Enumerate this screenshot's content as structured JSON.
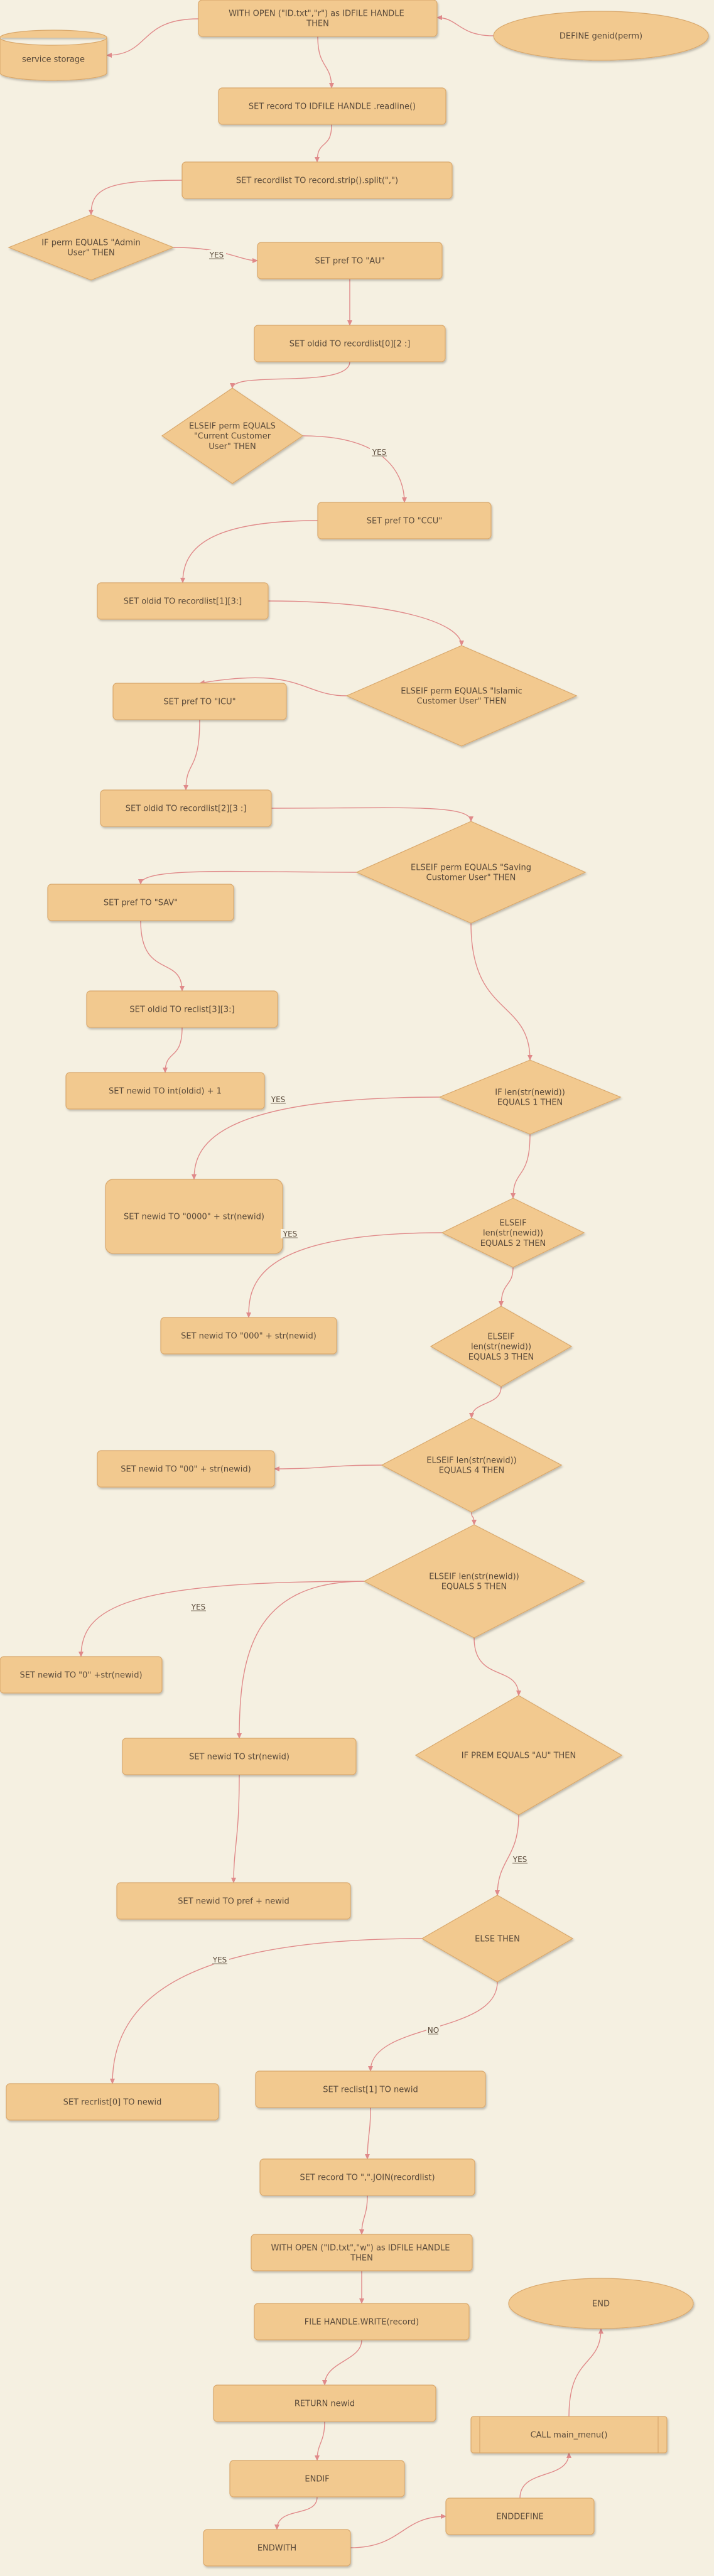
{
  "colors": {
    "background": "#f5f0e1",
    "node_fill": "#f2c98f",
    "node_stroke": "#d9a86c",
    "edge": "#e08a8a",
    "text": "#5a4a3a",
    "label_bg": "#f5f0e1"
  },
  "nodes": [
    {
      "id": "n1",
      "shape": "rect",
      "text": "WITH  OPEN (\"ID.txt\",\"r\") as IDFILE HANDLE  THEN"
    },
    {
      "id": "n2",
      "shape": "ellipse",
      "text": "DEFINE genid(perm)"
    },
    {
      "id": "n3",
      "shape": "cylinder",
      "text": "service storage"
    },
    {
      "id": "n4",
      "shape": "rect",
      "text": "SET record TO IDFILE HANDLE .readline()"
    },
    {
      "id": "n5",
      "shape": "rect",
      "text": "SET recordlist TO record.strip().split(\",\")"
    },
    {
      "id": "n6",
      "shape": "diamond",
      "text": "IF perm EQUALS \"Admin User\" THEN"
    },
    {
      "id": "n7",
      "shape": "rect",
      "text": "SET pref TO \"AU\""
    },
    {
      "id": "n8",
      "shape": "rect",
      "text": "SET oldid TO recordlist[0][2 :]"
    },
    {
      "id": "n9",
      "shape": "diamond",
      "text": "ELSEIF perm EQUALS \"Current Customer User\" THEN"
    },
    {
      "id": "n10",
      "shape": "rect",
      "text": "SET pref TO \"CCU\""
    },
    {
      "id": "n11",
      "shape": "rect",
      "text": "SET oldid TO recordlist[1][3:]"
    },
    {
      "id": "n12",
      "shape": "diamond",
      "text": "ELSEIF perm EQUALS \"Islamic Customer User\" THEN"
    },
    {
      "id": "n13",
      "shape": "rect",
      "text": "SET pref TO \"ICU\""
    },
    {
      "id": "n14",
      "shape": "rect",
      "text": "SET oldid TO recordlist[2][3 :]"
    },
    {
      "id": "n15",
      "shape": "diamond",
      "text": "ELSEIF perm EQUALS \"Saving Customer User\" THEN"
    },
    {
      "id": "n16",
      "shape": "rect",
      "text": "SET pref TO \"SAV\""
    },
    {
      "id": "n17",
      "shape": "rect",
      "text": "SET oldid TO reclist[3][3:]"
    },
    {
      "id": "n18",
      "shape": "rect",
      "text": "SET newid TO int(oldid) + 1"
    },
    {
      "id": "n19",
      "shape": "diamond",
      "text": "IF len(str(newid)) EQUALS 1 THEN"
    },
    {
      "id": "n20",
      "shape": "rect",
      "text": "SET newid TO \"0000\" + str(newid)"
    },
    {
      "id": "n21",
      "shape": "diamond",
      "text": "ELSEIF len(str(newid)) EQUALS 2 THEN"
    },
    {
      "id": "n22",
      "shape": "rect",
      "text": "SET newid TO \"000\" + str(newid)"
    },
    {
      "id": "n23",
      "shape": "diamond",
      "text": "ELSEIF len(str(newid)) EQUALS 3 THEN"
    },
    {
      "id": "n24",
      "shape": "diamond",
      "text": "ELSEIF len(str(newid)) EQUALS 4 THEN"
    },
    {
      "id": "n25",
      "shape": "rect",
      "text": "SET newid TO \"00\" + str(newid)"
    },
    {
      "id": "n26",
      "shape": "diamond",
      "text": "ELSEIF len(str(newid)) EQUALS 5 THEN"
    },
    {
      "id": "n27",
      "shape": "rect",
      "text": "SET newid TO \"0\" +str(newid)"
    },
    {
      "id": "n28",
      "shape": "rect",
      "text": "SET newid TO str(newid)"
    },
    {
      "id": "n29",
      "shape": "diamond",
      "text": "IF PREM EQUALS \"AU\" THEN"
    },
    {
      "id": "n30",
      "shape": "rect",
      "text": "SET newid TO pref + newid"
    },
    {
      "id": "n31",
      "shape": "diamond",
      "text": "ELSE THEN"
    },
    {
      "id": "n32",
      "shape": "rect",
      "text": "SET recrlist[0] TO newid"
    },
    {
      "id": "n33",
      "shape": "rect",
      "text": "SET reclist[1] TO newid"
    },
    {
      "id": "n34",
      "shape": "rect",
      "text": "SET record TO \",\".JOIN(recordlist)"
    },
    {
      "id": "n35",
      "shape": "rect",
      "text": "WITH  OPEN (\"ID.txt\",\"w\") as IDFILE HANDLE  THEN"
    },
    {
      "id": "n36",
      "shape": "rect",
      "text": "FILE HANDLE.WRITE(record)"
    },
    {
      "id": "n37",
      "shape": "ellipse",
      "text": "END"
    },
    {
      "id": "n38",
      "shape": "rect",
      "text": "RETURN newid"
    },
    {
      "id": "n39",
      "shape": "process",
      "text": "CALL main_menu()"
    },
    {
      "id": "n40",
      "shape": "rect",
      "text": "ENDIF"
    },
    {
      "id": "n41",
      "shape": "rect",
      "text": "ENDDEFINE"
    },
    {
      "id": "n42",
      "shape": "rect",
      "text": "ENDWITH"
    }
  ],
  "edges": [
    {
      "from": "n2",
      "to": "n1"
    },
    {
      "from": "n1",
      "to": "n3"
    },
    {
      "from": "n1",
      "to": "n4"
    },
    {
      "from": "n4",
      "to": "n5"
    },
    {
      "from": "n5",
      "to": "n6"
    },
    {
      "from": "n6",
      "to": "n7",
      "label": "YES"
    },
    {
      "from": "n7",
      "to": "n8"
    },
    {
      "from": "n8",
      "to": "n9"
    },
    {
      "from": "n9",
      "to": "n10",
      "label": "YES"
    },
    {
      "from": "n10",
      "to": "n11"
    },
    {
      "from": "n11",
      "to": "n12"
    },
    {
      "from": "n12",
      "to": "n13"
    },
    {
      "from": "n13",
      "to": "n14"
    },
    {
      "from": "n14",
      "to": "n15"
    },
    {
      "from": "n15",
      "to": "n16"
    },
    {
      "from": "n16",
      "to": "n17"
    },
    {
      "from": "n17",
      "to": "n18"
    },
    {
      "from": "n15",
      "to": "n19"
    },
    {
      "from": "n19",
      "to": "n20",
      "label": "YES"
    },
    {
      "from": "n19",
      "to": "n21"
    },
    {
      "from": "n21",
      "to": "n22",
      "label": "YES"
    },
    {
      "from": "n21",
      "to": "n23"
    },
    {
      "from": "n23",
      "to": "n24"
    },
    {
      "from": "n24",
      "to": "n25"
    },
    {
      "from": "n24",
      "to": "n26"
    },
    {
      "from": "n26",
      "to": "n27",
      "label": "YES"
    },
    {
      "from": "n26",
      "to": "n28"
    },
    {
      "from": "n26",
      "to": "n29"
    },
    {
      "from": "n28",
      "to": "n30"
    },
    {
      "from": "n29",
      "to": "n31",
      "label": "YES"
    },
    {
      "from": "n31",
      "to": "n32",
      "label": "YES"
    },
    {
      "from": "n31",
      "to": "n33",
      "label": "NO"
    },
    {
      "from": "n33",
      "to": "n34"
    },
    {
      "from": "n34",
      "to": "n35"
    },
    {
      "from": "n35",
      "to": "n36"
    },
    {
      "from": "n36",
      "to": "n38"
    },
    {
      "from": "n38",
      "to": "n40"
    },
    {
      "from": "n40",
      "to": "n42"
    },
    {
      "from": "n42",
      "to": "n41"
    },
    {
      "from": "n41",
      "to": "n39"
    },
    {
      "from": "n39",
      "to": "n37"
    }
  ]
}
